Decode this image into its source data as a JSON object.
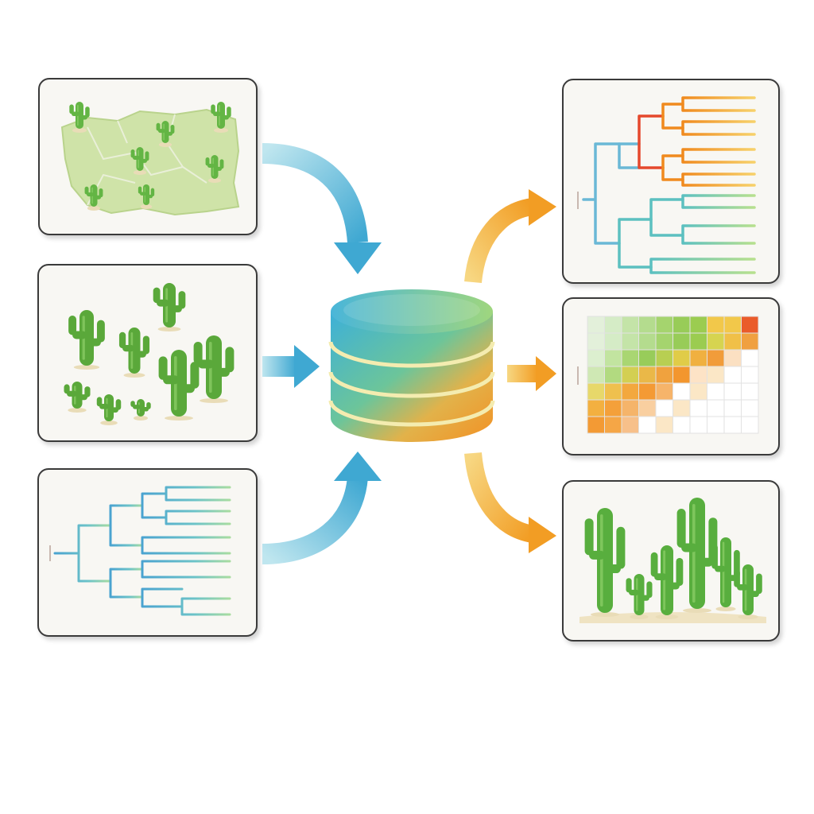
{
  "diagram": {
    "inputs": [
      {
        "id": "input-map",
        "icon": "cactus-distribution-map-icon"
      },
      {
        "id": "input-cacti",
        "icon": "cactus-specimens-icon"
      },
      {
        "id": "input-tree",
        "icon": "phylogenetic-tree-icon"
      }
    ],
    "hub": {
      "icon": "database-cylinder-icon"
    },
    "outputs": [
      {
        "id": "output-tree",
        "icon": "colored-phylogenetic-tree-icon"
      },
      {
        "id": "output-heatmap",
        "icon": "heatmap-matrix-icon"
      },
      {
        "id": "output-cacti",
        "icon": "cactus-lineup-icon"
      }
    ],
    "colors": {
      "input_arrow": "#4fb3d6",
      "output_arrow": "#f2a22c",
      "cactus_green": "#5aa83a",
      "panel_border": "#3a3a3a",
      "panel_fill": "#f8f7f3"
    }
  }
}
